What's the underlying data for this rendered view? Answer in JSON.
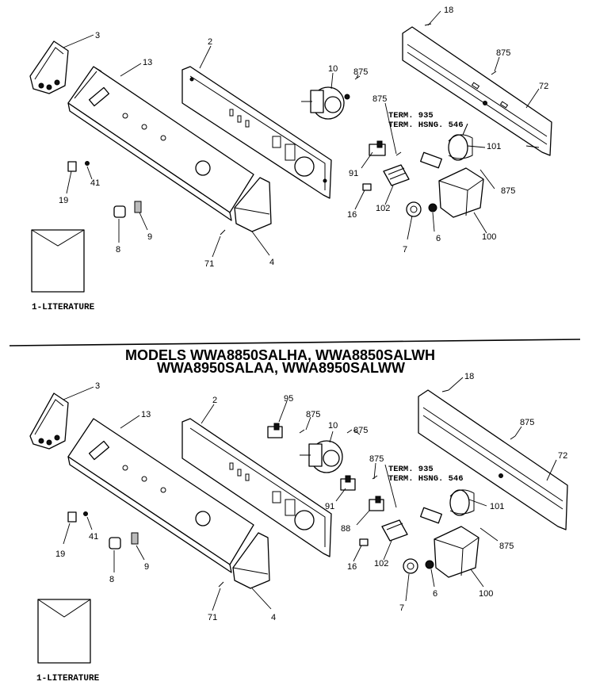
{
  "title": {
    "line1": "MODELS WWA8850SALHA, WWA8850SALWH",
    "line2": "WWA8950SALAA, WWA8950SALWW"
  },
  "top": {
    "labels": {
      "p18": "18",
      "p3": "3",
      "p13": "13",
      "p2": "2",
      "p10": "10",
      "p875a": "875",
      "p875b": "875",
      "p875c": "875",
      "p875d": "875",
      "p72": "72",
      "term935": "TERM. 935",
      "termhsng": "TERM. HSNG. 546",
      "p101": "101",
      "p91": "91",
      "p16": "16",
      "p102": "102",
      "p7": "7",
      "p6": "6",
      "p100": "100",
      "p19": "19",
      "p41": "41",
      "p8": "8",
      "p9": "9",
      "p71": "71",
      "p4": "4",
      "literature": "1-LITERATURE"
    }
  },
  "bottom": {
    "labels": {
      "p18": "18",
      "p3": "3",
      "p13": "13",
      "p2": "2",
      "p95": "95",
      "p875a": "875",
      "p875b": "875",
      "p875c": "875",
      "p875d": "875",
      "p875e": "875",
      "p10": "10",
      "p72": "72",
      "term935": "TERM. 935",
      "termhsng": "TERM. HSNG. 546",
      "p101": "101",
      "p91": "91",
      "p88": "88",
      "p16": "16",
      "p102": "102",
      "p7": "7",
      "p6": "6",
      "p100": "100",
      "p19": "19",
      "p41": "41",
      "p8": "8",
      "p9": "9",
      "p71": "71",
      "p4": "4",
      "literature": "1-LITERATURE"
    }
  }
}
